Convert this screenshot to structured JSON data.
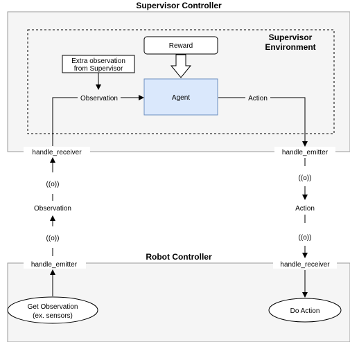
{
  "supervisor_controller": {
    "title": "Supervisor Controller"
  },
  "supervisor_environment": {
    "title_line1": "Supervisor",
    "title_line2": "Environment"
  },
  "reward": {
    "label": "Reward"
  },
  "agent": {
    "label": "Agent"
  },
  "extra_observation": {
    "line1": "Extra observation",
    "line2": "from Supervisor"
  },
  "edges": {
    "observation": "Observation",
    "action": "Action"
  },
  "supervisor_ports": {
    "receiver": "handle_receiver",
    "emitter": "handle_emitter"
  },
  "channel": {
    "left_label": "Observation",
    "right_label": "Action",
    "signal_glyph": "((o))"
  },
  "robot_controller": {
    "title": "Robot Controller"
  },
  "robot_ports": {
    "emitter": "handle_emitter",
    "receiver": "handle_receiver"
  },
  "get_observation": {
    "line1": "Get Observation",
    "line2": "(ex. sensors)"
  },
  "do_action": {
    "label": "Do Action"
  },
  "colors": {
    "panel_fill": "#f5f5f5",
    "panel_border": "#999999",
    "agent_fill": "#dae8fc",
    "agent_border": "#6c8ebf",
    "ink": "#000000"
  }
}
